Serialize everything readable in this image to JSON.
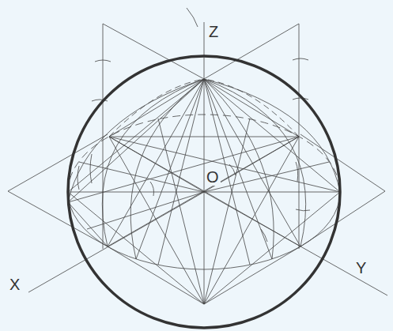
{
  "diagram": {
    "labels": [
      "Z",
      "O",
      "X",
      "Y"
    ]
  }
}
